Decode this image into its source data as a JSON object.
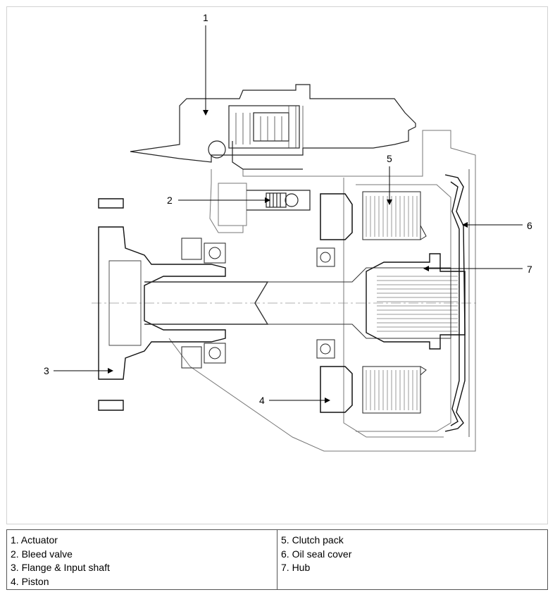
{
  "callouts": {
    "c1": "1",
    "c2": "2",
    "c3": "3",
    "c4": "4",
    "c5": "5",
    "c6": "6",
    "c7": "7"
  },
  "legend": {
    "left": [
      "1. Actuator",
      "2. Bleed valve",
      "3. Flange & Input shaft",
      "4. Piston"
    ],
    "right": [
      "5. Clutch pack",
      "6. Oil seal cover",
      "7. Hub"
    ]
  }
}
